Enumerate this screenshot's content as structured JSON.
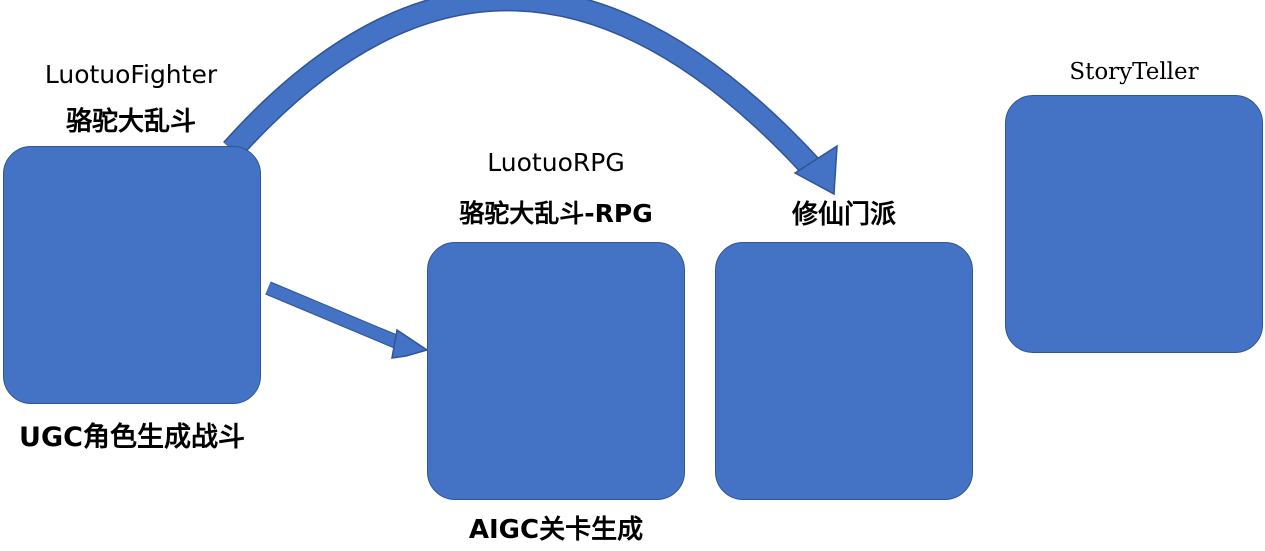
{
  "nodes": {
    "fighter": {
      "title_en": "LuotuoFighter",
      "title_cn": "骆驼大乱斗",
      "caption": "UGC角色生成战斗"
    },
    "rpg": {
      "title_en": "LuotuoRPG",
      "title_cn": "骆驼大乱斗-RPG",
      "caption": "AIGC关卡生成"
    },
    "xiuxian": {
      "title_cn": "修仙门派"
    },
    "storyteller": {
      "title_en": "StoryTeller"
    }
  },
  "colors": {
    "box_fill": "#4472c4",
    "box_border": "#2f5597",
    "arrow_fill": "#4472c4"
  }
}
